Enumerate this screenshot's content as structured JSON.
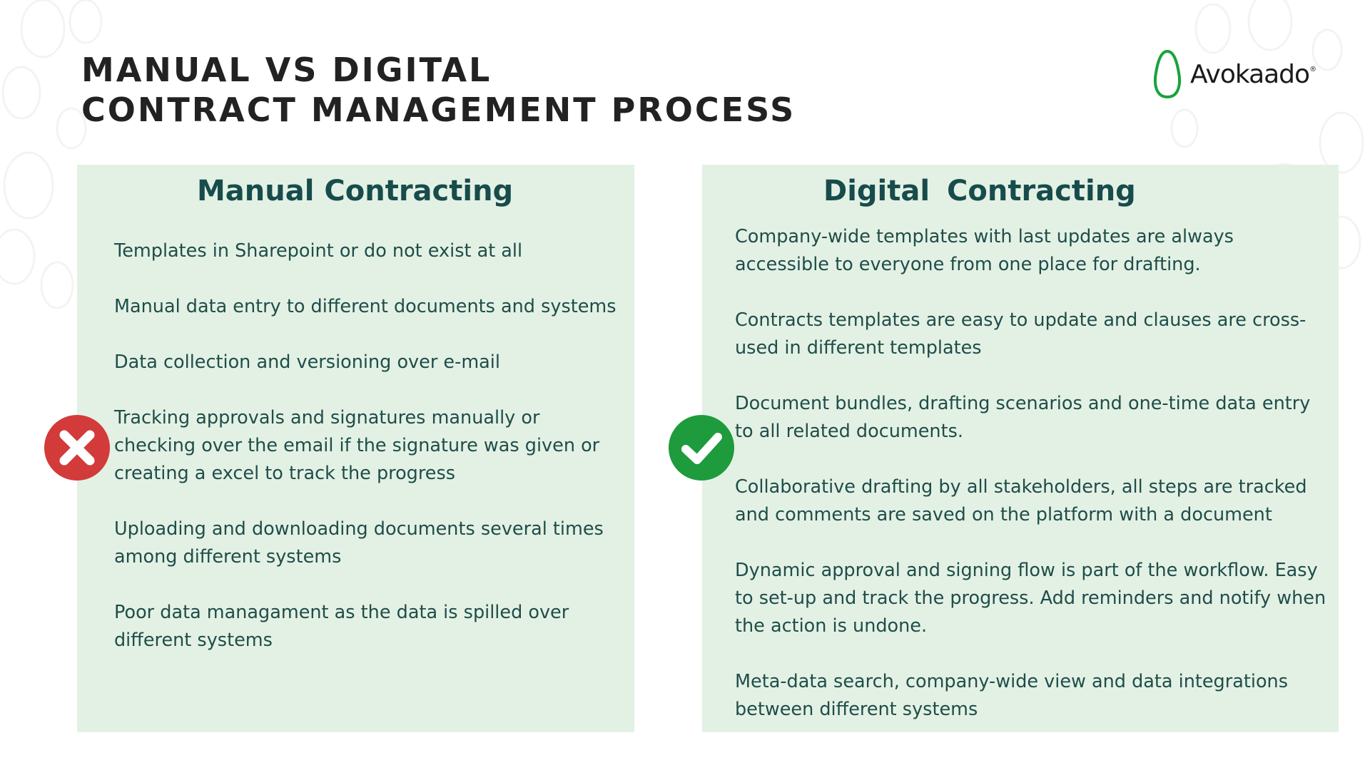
{
  "title": {
    "line1": "MANUAL VS DIGITAL",
    "line2": "CONTRACT MANAGEMENT PROCESS"
  },
  "logo": {
    "icon": "avocado-outline-icon",
    "text": "Avokaado",
    "mark": "®",
    "color": "#1aa33a"
  },
  "manual": {
    "heading": "Manual Contracting",
    "icon": "cross-icon",
    "icon_color": "#d33a3a",
    "items": [
      "Templates in Sharepoint or do not exist at all",
      "Manual data entry to different documents and systems",
      "Data collection and versioning over e-mail",
      "Tracking approvals and signatures manually or checking over the email if the signature was given or creating a excel to track the progress",
      "Uploading and downloading documents several times among different systems",
      "Poor data managament as the data is spilled over different systems"
    ]
  },
  "digital": {
    "heading": "Digital  Contracting",
    "icon": "checkmark-icon",
    "icon_color": "#1e9b3c",
    "items": [
      "Company-wide templates with last updates are always accessible to everyone from one place for drafting.",
      "Contracts templates are easy to update and clauses are cross-used in different templates",
      "Document bundles, drafting scenarios and one-time data entry to all related documents.",
      "Collaborative drafting by all stakeholders, all steps are tracked and comments are saved on the platform with a document",
      "Dynamic approval and signing flow is part of the workflow. Easy to set-up and track the progress. Add reminders and notify when the action is undone.",
      "Meta-data search, company-wide view and data integrations between different systems"
    ]
  },
  "colors": {
    "panel_bg": "#e3f1e4",
    "heading": "#184c4c",
    "body_text": "#1f4d4a",
    "title": "#222222"
  }
}
